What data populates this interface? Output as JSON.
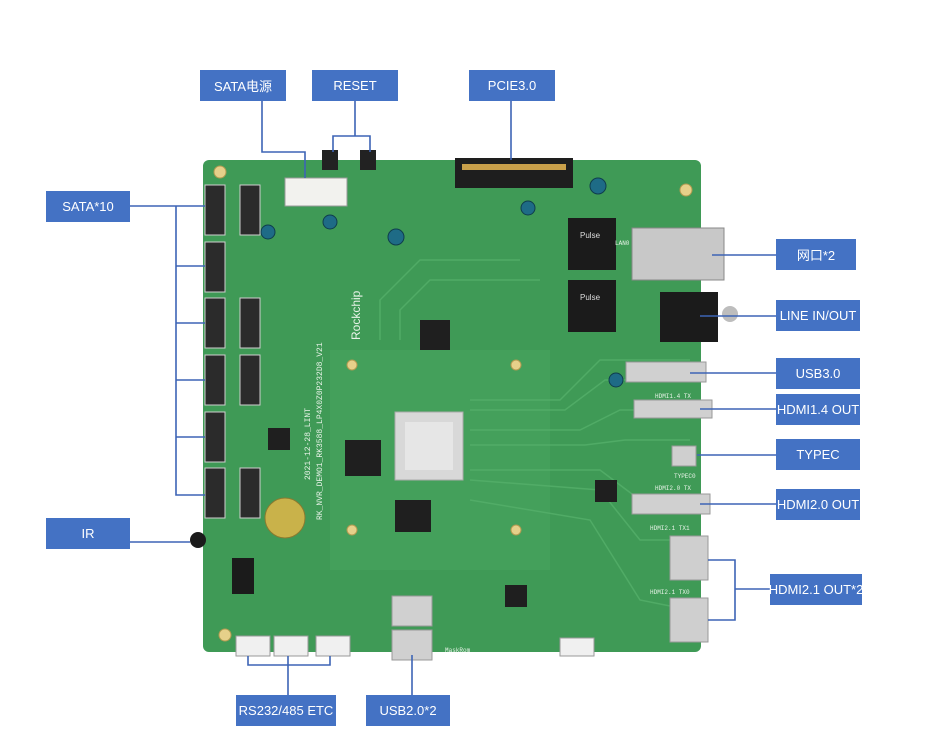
{
  "labels": {
    "sata_power": "SATA电源",
    "reset": "RESET",
    "pcie": "PCIE3.0",
    "sata": "SATA*10",
    "ethernet": "网口*2",
    "line_in_out": "LINE IN/OUT",
    "usb30": "USB3.0",
    "hdmi14": "HDMI1.4 OUT",
    "typec": "TYPEC",
    "hdmi20": "HDMI2.0 OUT",
    "ir": "IR",
    "hdmi21": "HDMI2.1 OUT*2",
    "rs232": "RS232/485 ETC",
    "usb20": "USB2.0*2"
  },
  "board": {
    "silk_text": "RK_NVR_DEMO1_RK3588_LP4X0Z0P232D8_V21",
    "date_text": "2021-12-28_LINT",
    "brand": "Rockchip",
    "hdmi21_tx1": "HDMI2.1 TX1",
    "hdmi21_tx0": "HDMI2.1 TX0",
    "hdmi20_tx": "HDMI2.0 TX",
    "hdmi14_tx": "HDMI1.4 TX",
    "typec_text": "TYPEC0",
    "lan_text": "LAN0",
    "pulse_text": "Pulse",
    "mask_text": "MaskRom"
  },
  "colors": {
    "label_bg": "#4472c4",
    "pcb": "#3f9a56",
    "line": "#3d64b5"
  }
}
